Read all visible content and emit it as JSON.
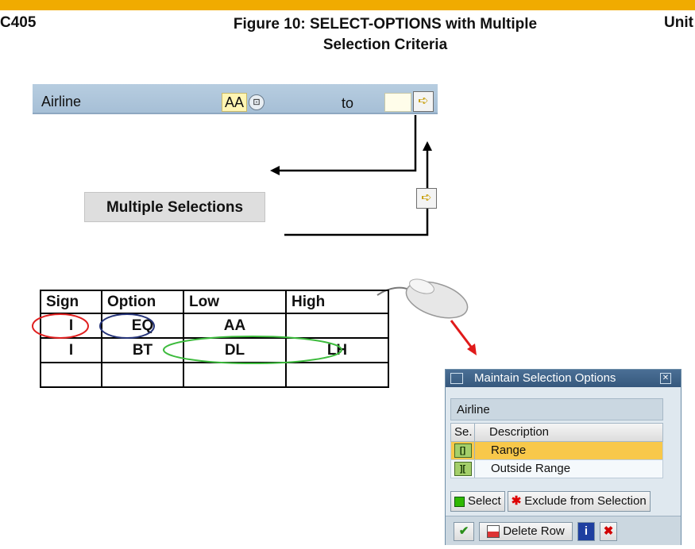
{
  "header": {
    "left": "C405",
    "title_line1": "Figure 10: SELECT-OPTIONS with Multiple",
    "title_line2": "Selection Criteria",
    "right": "Unit"
  },
  "selection_field": {
    "label": "Airline",
    "low_value": "AA",
    "to_label": "to",
    "high_value": ""
  },
  "multiple_selections_label": "Multiple Selections",
  "criteria_table": {
    "headers": [
      "Sign",
      "Option",
      "Low",
      "High"
    ],
    "rows": [
      [
        "I",
        "EQ",
        "AA",
        ""
      ],
      [
        "I",
        "BT",
        "DL",
        "LH"
      ],
      [
        "",
        "",
        "",
        ""
      ]
    ]
  },
  "dialog": {
    "title": "Maintain Selection Options",
    "panel_label": "Airline",
    "col_sign": "Se.",
    "col_description": "Description",
    "options": [
      {
        "sign": "[]",
        "description": "Range",
        "selected": true
      },
      {
        "sign": "][",
        "description": "Outside Range",
        "selected": false
      }
    ],
    "select_button": "Select",
    "exclude_button": "Exclude from Selection",
    "delete_row_button": "Delete Row"
  },
  "colors": {
    "topbar": "#f0ab00",
    "circle_red": "#e02020",
    "circle_blue": "#26357a",
    "circle_green": "#3dbb3d",
    "pointer_red": "#e01a1a"
  }
}
